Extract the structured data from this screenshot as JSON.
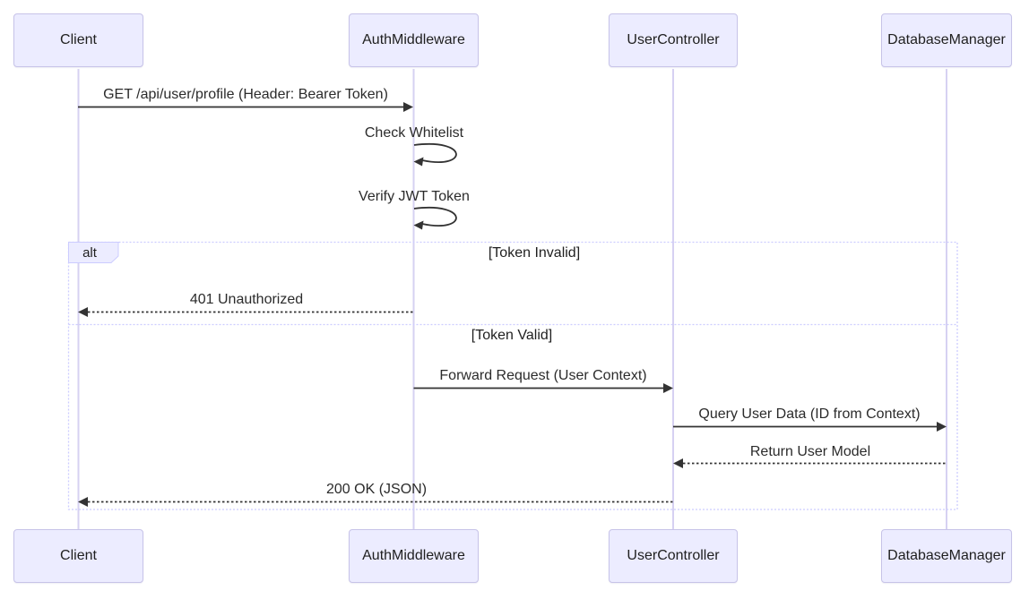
{
  "diagram": {
    "type": "sequence-diagram",
    "participants": [
      {
        "id": "client",
        "label": "Client"
      },
      {
        "id": "auth-middleware",
        "label": "AuthMiddleware"
      },
      {
        "id": "user-controller",
        "label": "UserController"
      },
      {
        "id": "database-manager",
        "label": "DatabaseManager"
      }
    ],
    "messages": [
      {
        "from": "Client",
        "to": "AuthMiddleware",
        "line": "solid",
        "label": "GET /api/user/profile (Header: Bearer Token)"
      },
      {
        "from": "AuthMiddleware",
        "to": "AuthMiddleware",
        "line": "self",
        "label": "Check Whitelist"
      },
      {
        "from": "AuthMiddleware",
        "to": "AuthMiddleware",
        "line": "self",
        "label": "Verify JWT Token"
      },
      {
        "from": "AuthMiddleware",
        "to": "Client",
        "line": "dashed",
        "label": "401 Unauthorized"
      },
      {
        "from": "AuthMiddleware",
        "to": "UserController",
        "line": "solid",
        "label": "Forward Request (User Context)"
      },
      {
        "from": "UserController",
        "to": "DatabaseManager",
        "line": "solid",
        "label": "Query User Data (ID from Context)"
      },
      {
        "from": "DatabaseManager",
        "to": "UserController",
        "line": "dashed",
        "label": "Return User Model"
      },
      {
        "from": "UserController",
        "to": "Client",
        "line": "dashed",
        "label": "200 OK (JSON)"
      }
    ],
    "alt_block": {
      "operator": "alt",
      "conditions": [
        {
          "label": "[Token Invalid]"
        },
        {
          "label": "[Token Valid]"
        }
      ]
    },
    "colors": {
      "actor_fill": "#ECECFF",
      "actor_border": "#C7C3E8",
      "lifeline": "#D6D1F2",
      "frame_border": "#CCCCFF",
      "message_line": "#333333",
      "text": "#222222"
    }
  }
}
